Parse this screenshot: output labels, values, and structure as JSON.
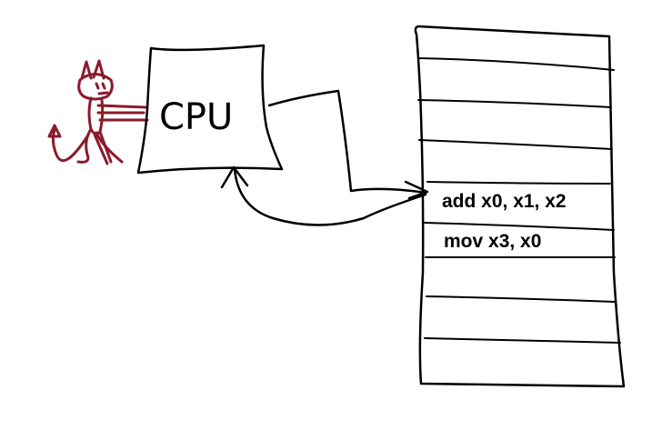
{
  "cpu": {
    "label": "CPU"
  },
  "memory": {
    "instructions": [
      "add x0, x1, x2",
      "mov x3, x0"
    ]
  },
  "figure": {
    "devil_icon": "devil-icon"
  },
  "colors": {
    "ink": "#000000",
    "devil": "#8b1a2b",
    "background": "#ffffff"
  }
}
